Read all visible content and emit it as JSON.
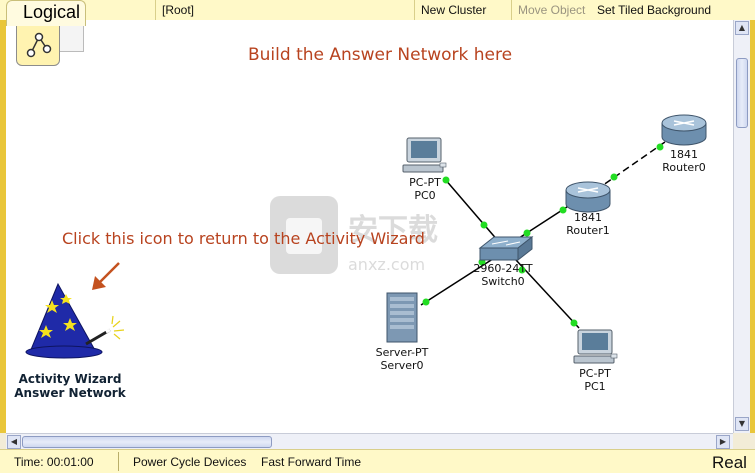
{
  "topbar": {
    "logical_tab": "Logical",
    "root": "[Root]",
    "new_cluster": "New Cluster",
    "move_object": "Move Object",
    "set_tiled_background": "Set Tiled Background"
  },
  "canvas": {
    "heading": "Build the Answer Network here",
    "hint": "Click this icon to return to the Activity Wizard",
    "wizard_label_line1": "Activity Wizard",
    "wizard_label_line2": "Answer Network",
    "watermark_text": "anxz.com"
  },
  "devices": {
    "pc0": {
      "model": "PC-PT",
      "name": "PC0",
      "icon": "pc-icon"
    },
    "pc1": {
      "model": "PC-PT",
      "name": "PC1",
      "icon": "pc-icon"
    },
    "server0": {
      "model": "Server-PT",
      "name": "Server0",
      "icon": "server-icon"
    },
    "switch0": {
      "model": "2960-24TT",
      "name": "Switch0",
      "icon": "switch-icon"
    },
    "router0": {
      "model": "1841",
      "name": "Router0",
      "icon": "router-icon"
    },
    "router1": {
      "model": "1841",
      "name": "Router1",
      "icon": "router-icon"
    }
  },
  "statusbar": {
    "time": "Time: 00:01:00",
    "power_cycle": "Power Cycle Devices",
    "fast_forward": "Fast Forward Time",
    "mode": "Real"
  },
  "colors": {
    "link_light": "#22dd22",
    "heading": "#b8431f",
    "frame": "#e9c63a"
  }
}
